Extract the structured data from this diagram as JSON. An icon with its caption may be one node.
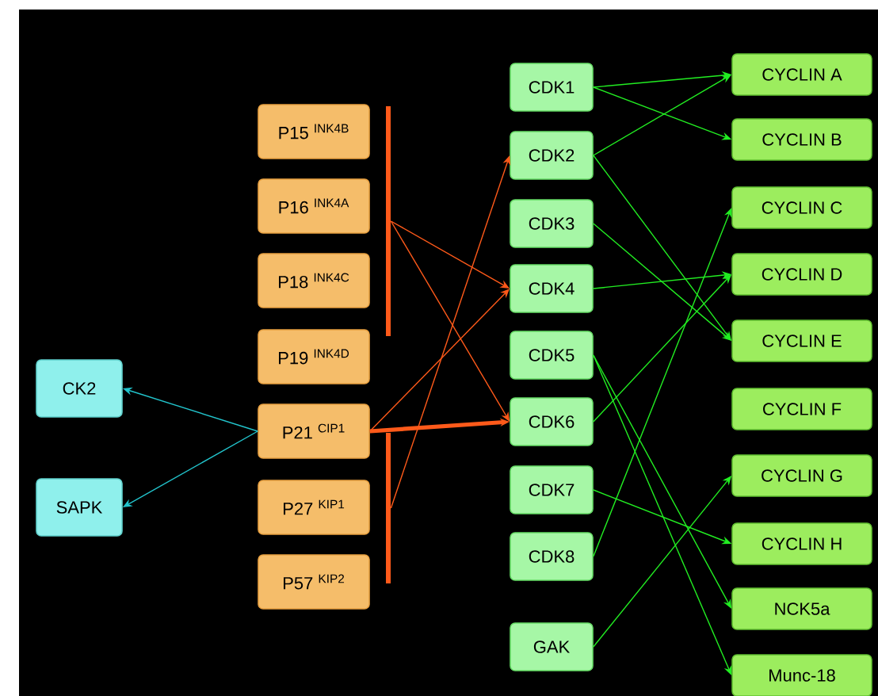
{
  "diagram": {
    "nodes": [
      {
        "text": [
          "P15 $^{INK4B}$"
        ]
      },
      {
        "text": [
          "P16 $^{INK4A}$"
        ]
      },
      {
        "text": [
          "P18 $^{INK4C}$"
        ]
      },
      {
        "text": [
          "P19 $^{INK4D}$"
        ]
      },
      {
        "text": [
          "CK2"
        ]
      },
      {
        "text": [
          "P21 $^{CIP1}$"
        ]
      },
      {
        "text": [
          "SAPK"
        ]
      },
      {
        "text": [
          "P27 $^{KIP1}$"
        ]
      },
      {
        "text": [
          "P57 $^{KIP2}$"
        ]
      },
      {
        "text": [
          "CDK1"
        ]
      },
      {
        "text": [
          "CDK2"
        ]
      },
      {
        "text": [
          "CDK3"
        ]
      },
      {
        "text": [
          "CDK4"
        ]
      },
      {
        "text": [
          "CDK5"
        ]
      },
      {
        "text": [
          "CDK6"
        ]
      },
      {
        "text": [
          "CDK7"
        ]
      },
      {
        "text": [
          "CDK8"
        ]
      },
      {
        "text": [
          "GAK"
        ]
      },
      {
        "text": [
          "CYCLIN A"
        ]
      },
      {
        "text": [
          "CYCLIN B"
        ]
      },
      {
        "text": [
          "CYCLIN C"
        ]
      },
      {
        "text": [
          "CYCLIN D"
        ]
      },
      {
        "text": [
          "CYCLIN E"
        ]
      },
      {
        "text": [
          "CYCLIN F"
        ]
      },
      {
        "text": [
          "CYCLIN G"
        ]
      },
      {
        "text": [
          "CYCLIN H"
        ]
      },
      {
        "text": [
          "NCK5a"
        ]
      },
      {
        "text": [
          "Munc-18"
        ]
      },
      {
        "text": [],
        "shape": "bar"
      },
      {
        "text": [],
        "shape": "bar"
      }
    ],
    "edges": [
      {
        "from": 28,
        "to": 12,
        "arrow": "to",
        "color": "#ff5a1a"
      },
      {
        "from": 28,
        "to": 14,
        "arrow": "to",
        "color": "#ff5a1a"
      },
      {
        "from": 5,
        "to": 12,
        "arrow": "to",
        "color": "#ff5a1a"
      },
      {
        "from": 5,
        "to": 14,
        "arrow": "to",
        "color": "#ff5a1a",
        "style": "thick"
      },
      {
        "from": 29,
        "to": 10,
        "arrow": "to",
        "color": "#ff5a1a"
      },
      {
        "from": 5,
        "to": 4,
        "arrow": "to",
        "color": "#22c4cc"
      },
      {
        "from": 5,
        "to": 6,
        "arrow": "to",
        "color": "#22c4cc"
      },
      {
        "from": 9,
        "to": 18,
        "arrow": "to",
        "color": "#22ee22"
      },
      {
        "from": 9,
        "to": 19,
        "arrow": "to",
        "color": "#22ee22"
      },
      {
        "from": 10,
        "to": 18,
        "arrow": "to",
        "color": "#22ee22"
      },
      {
        "from": 10,
        "to": 22,
        "arrow": "to",
        "color": "#22ee22"
      },
      {
        "from": 11,
        "to": 22,
        "arrow": "to",
        "color": "#22ee22"
      },
      {
        "from": 12,
        "to": 21,
        "arrow": "to",
        "color": "#22ee22"
      },
      {
        "from": 13,
        "to": 26,
        "arrow": "to",
        "color": "#22ee22"
      },
      {
        "from": 13,
        "to": 27,
        "arrow": "to",
        "color": "#22ee22"
      },
      {
        "from": 14,
        "to": 21,
        "arrow": "to",
        "color": "#22ee22"
      },
      {
        "from": 15,
        "to": 25,
        "arrow": "to",
        "color": "#22ee22"
      },
      {
        "from": 16,
        "to": 20,
        "arrow": "to",
        "color": "#22ee22"
      },
      {
        "from": 17,
        "to": 24,
        "arrow": "to",
        "color": "#22ee22"
      }
    ]
  }
}
